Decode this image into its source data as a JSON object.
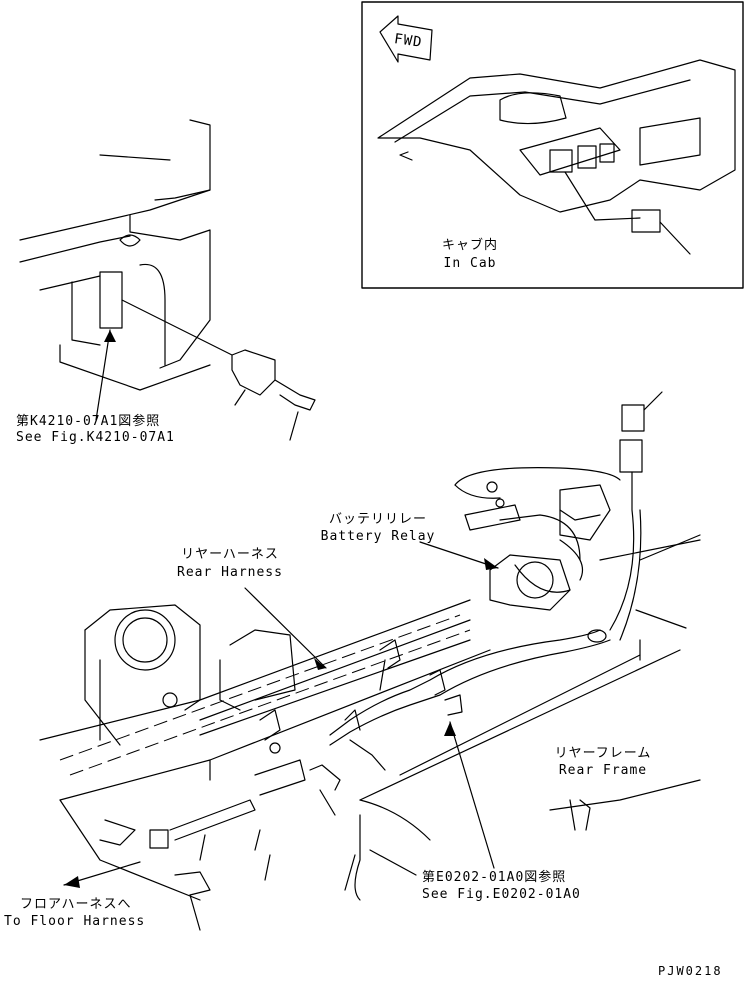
{
  "inset": {
    "fwd": "FWD",
    "label_jp": "キャブ内",
    "label_en": "In Cab"
  },
  "labels": {
    "ref_k4210_jp": "第K4210-07A1図参照",
    "ref_k4210_en": "See Fig.K4210-07A1",
    "battery_relay_jp": "バッテリリレー",
    "battery_relay_en": "Battery Relay",
    "rear_harness_jp": "リヤーハーネス",
    "rear_harness_en": "Rear Harness",
    "rear_frame_jp": "リヤーフレーム",
    "rear_frame_en": "Rear Frame",
    "ref_e0202_jp": "第E0202-01A0図参照",
    "ref_e0202_en": "See Fig.E0202-01A0",
    "floor_harness_jp": "フロアハーネスへ",
    "floor_harness_en": "To Floor Harness"
  },
  "drawing_code": "PJW0218"
}
